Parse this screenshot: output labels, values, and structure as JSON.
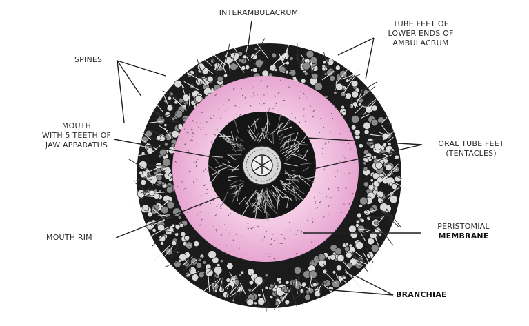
{
  "labels": {
    "interambulacrum": "INTERAMBULACRUM",
    "tube_feet_l1": "TUBE FEET OF",
    "tube_feet_l2": "LOWER ENDS OF",
    "tube_feet_l3": "AMBULACRUM",
    "spines": "SPINES",
    "mouth_l1": "MOUTH",
    "mouth_l2": "WITH 5 TEETH OF",
    "mouth_l3": "JAW APPARATUS",
    "oral_tube_feet_l1": "ORAL TUBE FEET",
    "oral_tube_feet_l2": "(TENTACLES)",
    "mouth_rim": "MOUTH RIM",
    "peristomial_l1": "PERISTOMIAL",
    "peristomial_l2": "MEMBRANE",
    "branchiae": "BRANCHIAE"
  },
  "colors": {
    "peristome_pink": "#f3c9e4",
    "pink_shadow": "#e7a6d1",
    "spine_dark": "#1b1b1b",
    "spine_light": "#d9d9d9",
    "line": "#1f1f1f"
  }
}
